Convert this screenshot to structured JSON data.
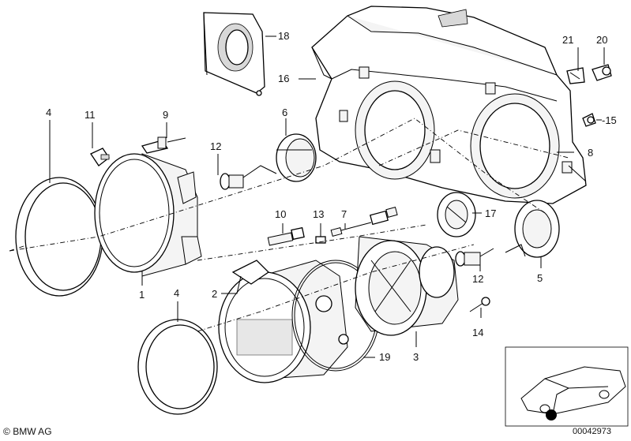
{
  "diagram": {
    "labels": {
      "p1": "1",
      "p2": "2",
      "p3": "3",
      "p4a": "4",
      "p4b": "4",
      "p5": "5",
      "p6": "6",
      "p7": "7",
      "p8": "8",
      "p9": "9",
      "p10": "10",
      "p11": "11",
      "p12a": "12",
      "p12b": "12",
      "p13": "13",
      "p14": "14",
      "p15": "-15",
      "p16": "16",
      "p17": "17",
      "p18": "18",
      "p19": "19",
      "p20": "20",
      "p21": "21"
    }
  },
  "footer": {
    "brand": "BMW AG",
    "image_number": "00042973"
  }
}
